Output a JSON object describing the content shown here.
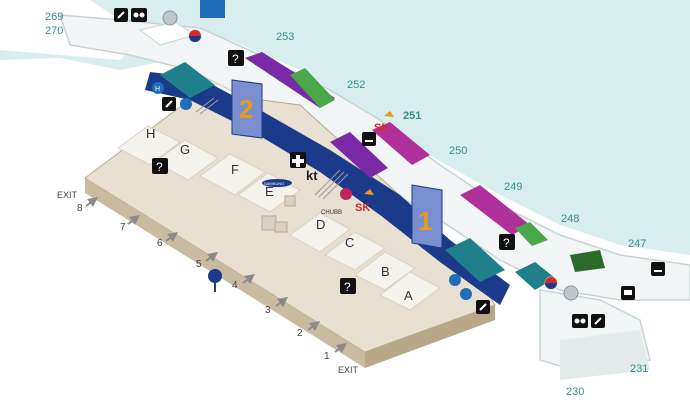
{
  "colors": {
    "water": "#d8eeee",
    "ground": "#eef4f4",
    "concourse_top": "#f1f5f5",
    "concourse_edge": "#c9d3d3",
    "floor": "#e8e0d0",
    "floor_side": "#c9bba0",
    "floor_edge": "#bba98c",
    "block": "#f4f2ed",
    "block_side": "#d8d1c3",
    "navy": "#1b3a8a",
    "navy_dark": "#142a66",
    "teal": "#1f7f8a",
    "purple": "#7a2aa6",
    "magenta": "#b0309a",
    "green": "#4aa84a",
    "orange": "#e69a1a",
    "gate_text": "#3a8c8c",
    "lane_arrow": "#8a8a8a",
    "icon_bg": "#111111",
    "sk_red": "#d8282a"
  },
  "gates": [
    "269",
    "270",
    "253",
    "252",
    "251",
    "250",
    "249",
    "248",
    "247",
    "231",
    "230"
  ],
  "highlighted_gate": "251",
  "zones": [
    "1",
    "2"
  ],
  "counters": [
    "A",
    "B",
    "C",
    "D",
    "E",
    "F",
    "G",
    "H"
  ],
  "lanes": [
    "1",
    "2",
    "3",
    "4",
    "5",
    "6",
    "7",
    "8"
  ],
  "exit_labels": [
    "EXIT",
    "EXIT"
  ],
  "brands": {
    "sk": "SK",
    "kt": "kt",
    "samsung": "SAMSUNG",
    "chubb": "CHUBB"
  },
  "icons": [
    "info-icon",
    "pharmacy-icon",
    "kt-logo-icon",
    "sk-telecom-icon",
    "atm-icon",
    "baggage-wrap-icon",
    "smoking-room-icon",
    "currency-exchange-icon",
    "location-pin-icon",
    "hana-bank-icon",
    "lg-uplus-icon",
    "korean-flag-icon"
  ]
}
